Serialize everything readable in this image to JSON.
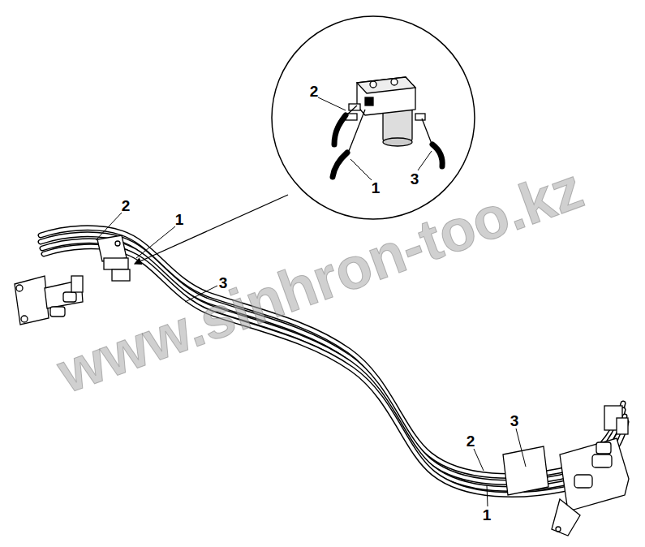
{
  "diagram": {
    "labels": [
      "2",
      "1",
      "3",
      "2",
      "1",
      "3",
      "3",
      "2",
      "1",
      "www.sinhron-too.kz"
    ]
  }
}
